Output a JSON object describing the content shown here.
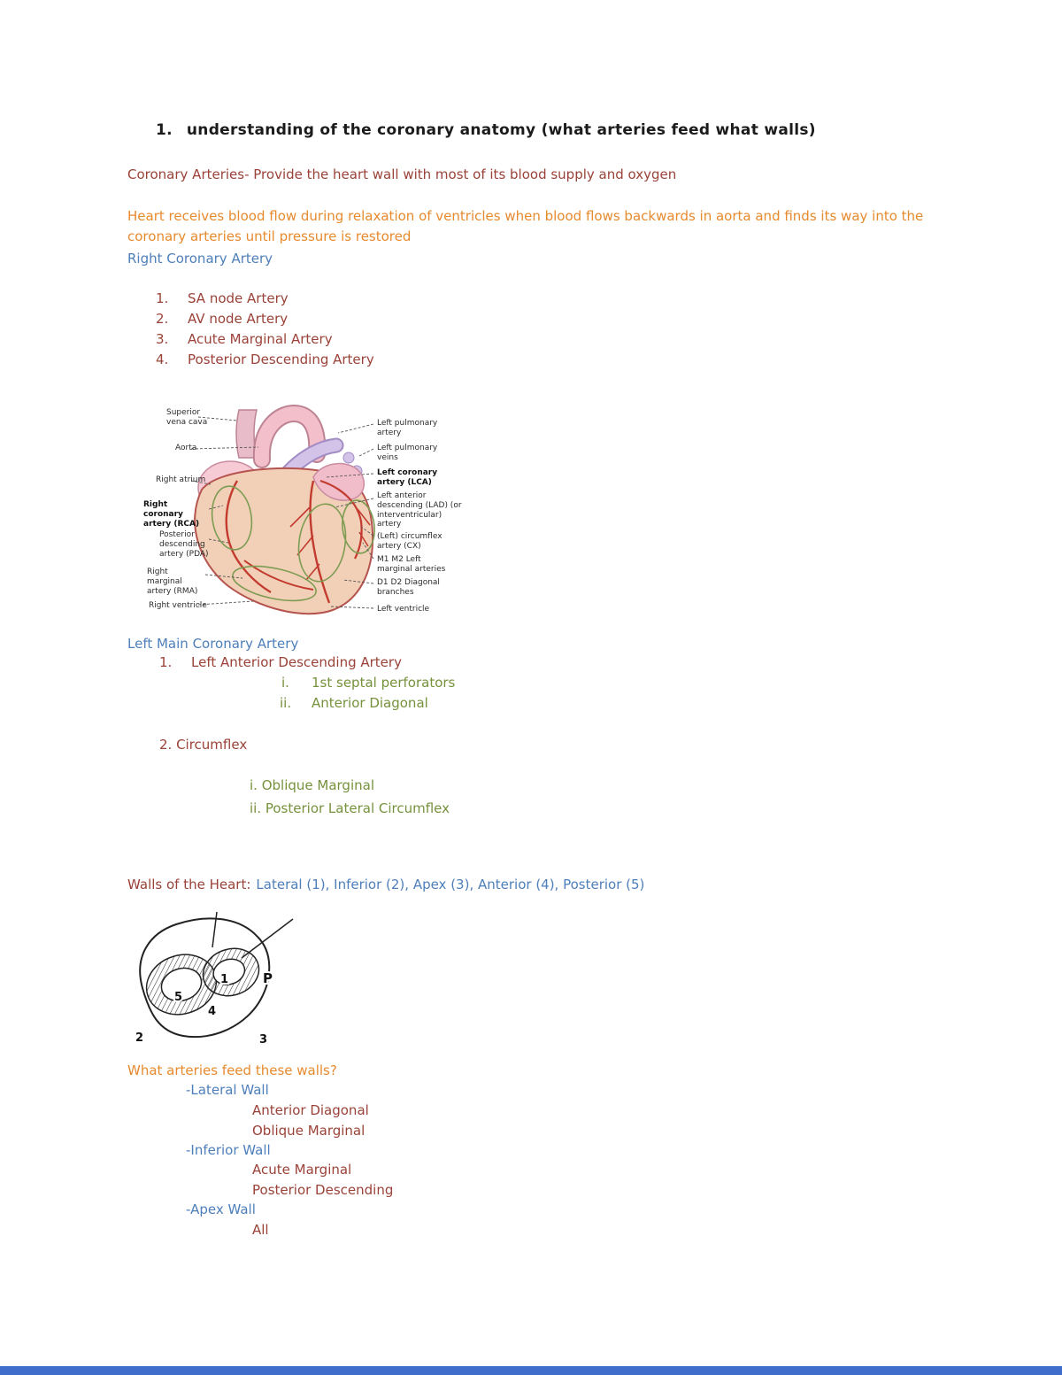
{
  "colors": {
    "dark_red": "#9a4238",
    "orange": "#e78a2e",
    "blue": "#4e7fba",
    "green": "#76923c",
    "heading_text": "#1b1b1b",
    "footer_bar": "#3e6dcc",
    "artery_red": "#c23b2e",
    "highlight_green": "#7d9c52"
  },
  "heading": {
    "number": "1.",
    "text": "understanding of the coronary anatomy (what arteries feed what walls)"
  },
  "intro": {
    "coronary_def": "Coronary Arteries- Provide the heart wall with most of its blood supply and oxygen",
    "flow_note": "Heart receives blood flow during relaxation of ventricles when blood flows backwards in aorta and finds its way into the coronary arteries until pressure is restored"
  },
  "rca": {
    "title": "Right Coronary Artery",
    "items": [
      {
        "num": "1.",
        "label": "SA node Artery"
      },
      {
        "num": "2.",
        "label": "AV node Artery"
      },
      {
        "num": "3.",
        "label": "Acute Marginal Artery"
      },
      {
        "num": "4.",
        "label": "Posterior Descending Artery"
      }
    ]
  },
  "heart_diagram": {
    "left_labels": [
      "Superior vena cava",
      "Aorta",
      "Right atrium",
      "Right coronary artery (RCA)",
      "Posterior descending artery (PDA)",
      "Right marginal artery (RMA)",
      "Right ventricle"
    ],
    "right_labels": [
      "Left pulmonary artery",
      "Left pulmonary veins",
      "Left coronary artery (LCA)",
      "Left anterior descending (LAD) (or interventricular) artery",
      "(Left) circumflex artery (CX)",
      "M1 M2 Left marginal arteries",
      "D1 D2 Diagonal branches",
      "Left ventricle"
    ]
  },
  "lmca": {
    "title": "Left Main Coronary Artery",
    "item1_num": "1.",
    "item1_label": "Left Anterior Descending Artery",
    "sub1": [
      {
        "num": "i.",
        "label": "1st septal perforators"
      },
      {
        "num": "ii.",
        "label": "Anterior Diagonal"
      }
    ],
    "item2": "2. Circumflex",
    "sub2": [
      "i. Oblique Marginal",
      "ii. Posterior Lateral Circumflex"
    ]
  },
  "walls": {
    "label": "Walls of the Heart:",
    "list": "Lateral (1), Inferior (2), Apex (3), Anterior (4), Posterior (5)"
  },
  "walls_diagram": {
    "numbers": [
      "1",
      "2",
      "3",
      "4",
      "5"
    ],
    "p_label": "P"
  },
  "feed": {
    "question": "What arteries feed these walls?",
    "groups": [
      {
        "wall": "-Lateral Wall",
        "arteries": [
          "Anterior Diagonal",
          "Oblique Marginal"
        ]
      },
      {
        "wall": "-Inferior Wall",
        "arteries": [
          "Acute Marginal",
          "Posterior Descending"
        ]
      },
      {
        "wall": "-Apex Wall",
        "arteries": [
          "All"
        ]
      }
    ]
  }
}
